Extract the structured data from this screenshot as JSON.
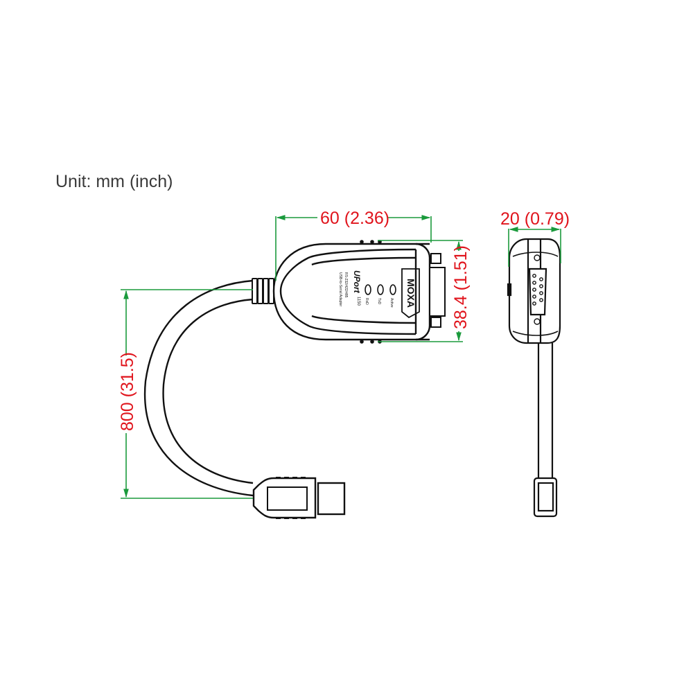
{
  "unit_label": "Unit: mm (inch)",
  "dimensions": {
    "length": "60 (2.36)",
    "height": "38.4 (1.51)",
    "cable": "800 (31.5)",
    "width": "20 (0.79)"
  },
  "device": {
    "brand": "MOXA",
    "product": "UPort",
    "model": "1150",
    "line1": "RS-232/422/485",
    "line2": "USB-to-Serial Adapter",
    "leds": [
      "RxD",
      "TxD",
      "Active"
    ]
  },
  "colors": {
    "dimension_line": "#1a9a3c",
    "dimension_text": "#e0141c",
    "outline": "#111111"
  }
}
